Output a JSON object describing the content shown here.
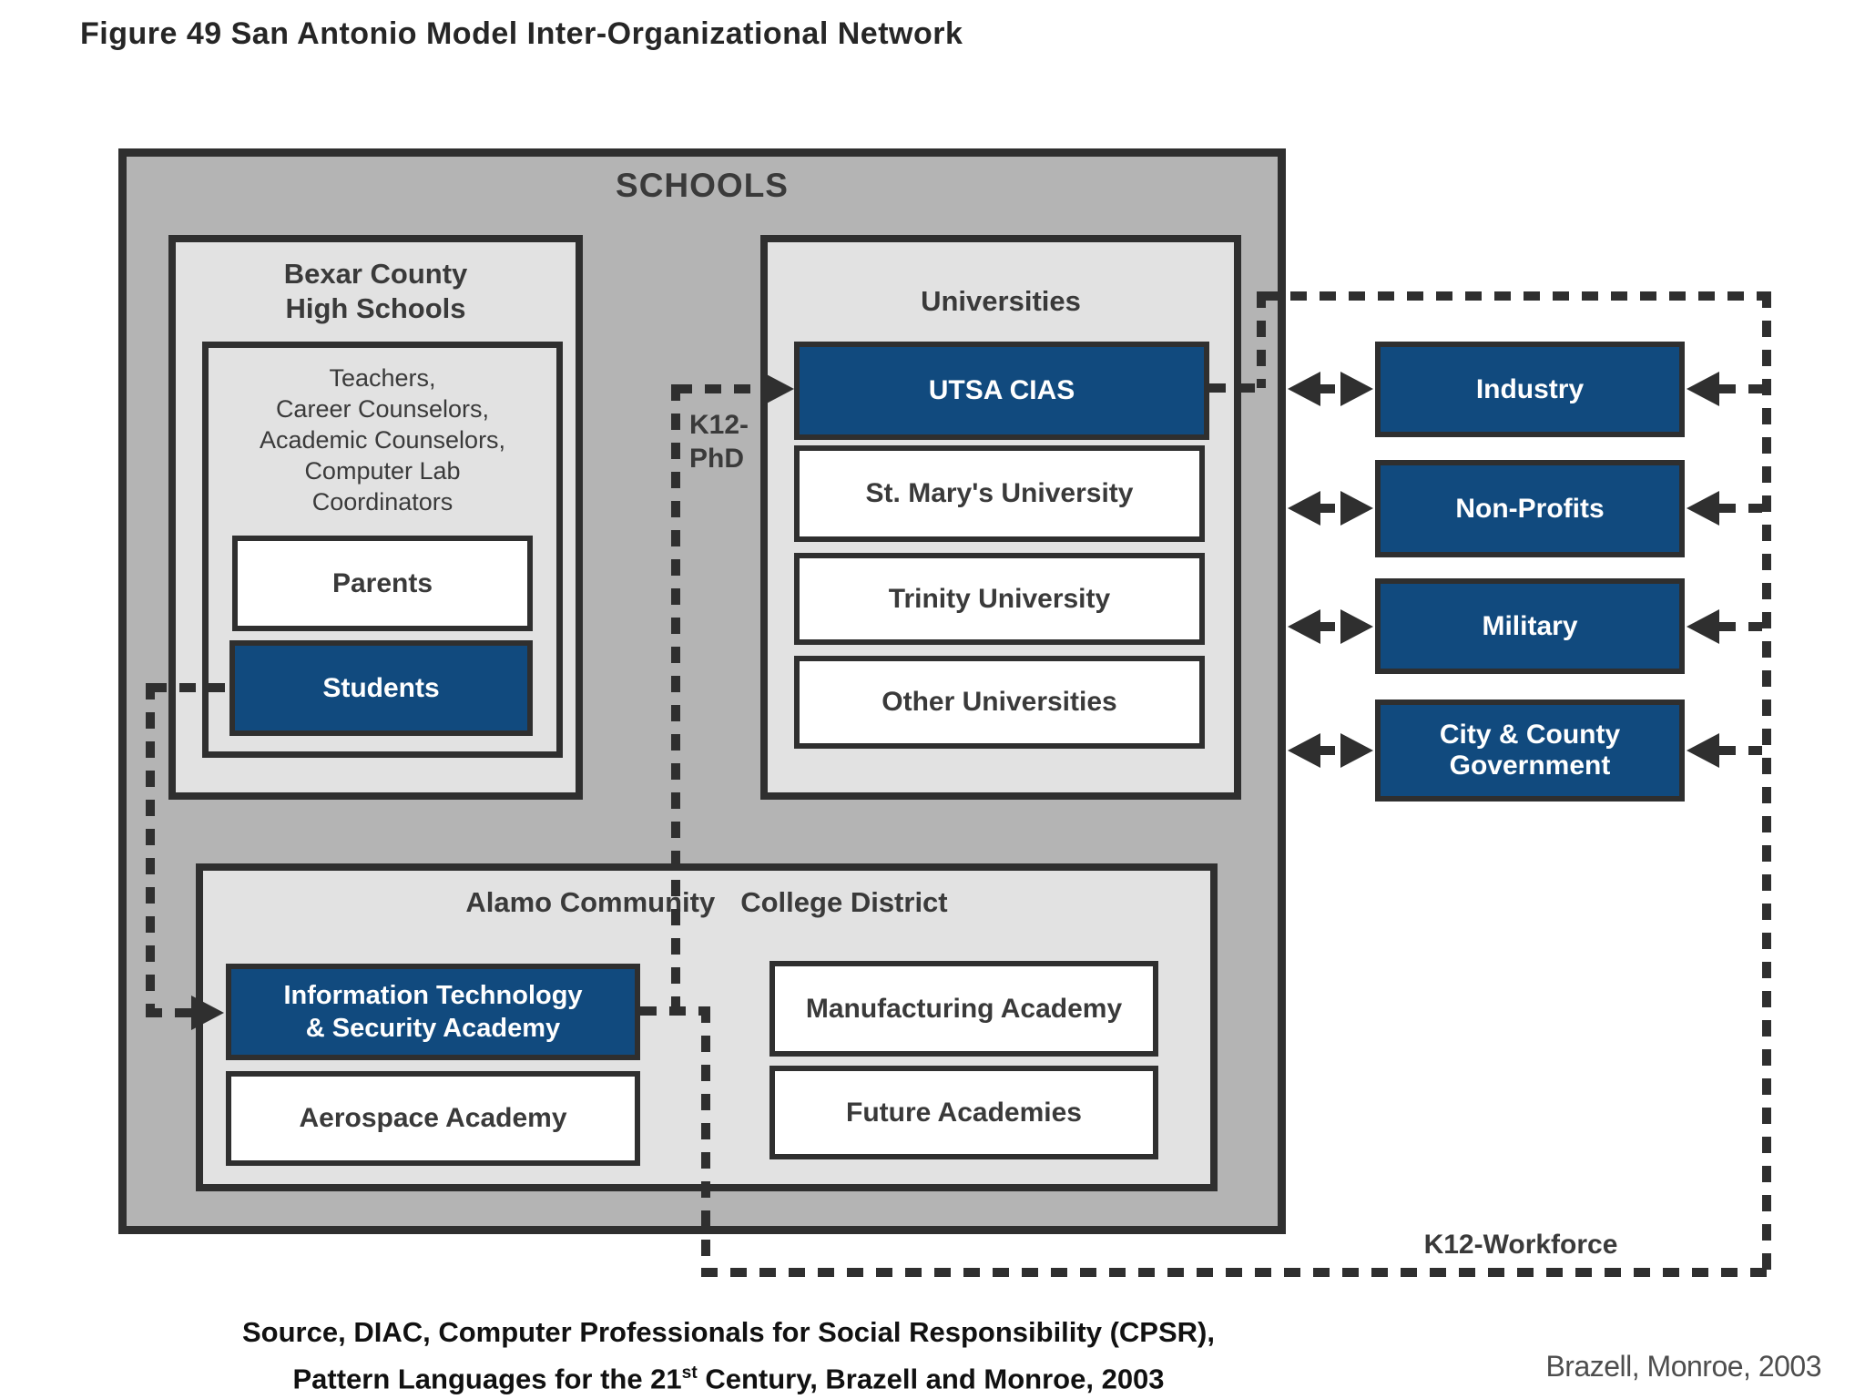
{
  "title": "Figure 49 San Antonio Model Inter-Organizational Network",
  "colors": {
    "navy": "#114a7e",
    "outer_gray": "#b4b4b4",
    "section_gray": "#e2e2e2",
    "line_dark": "#2f2f2f",
    "text_dark": "#3a3a3a"
  },
  "diagram": {
    "schools_label": "SCHOOLS",
    "bexar": {
      "title_lines": [
        "Bexar County",
        "High Schools"
      ],
      "staff_lines": [
        "Teachers,",
        "Career Counselors,",
        "Academic Counselors,",
        "Computer Lab",
        "Coordinators"
      ],
      "parents": "Parents",
      "students": "Students"
    },
    "universities": {
      "title": "Universities",
      "utsa": "UTSA CIAS",
      "items": [
        "St. Mary's University",
        "Trinity University",
        "Other Universities"
      ]
    },
    "alamo": {
      "title_part1": "Alamo Community",
      "title_part2": "College District",
      "itsa_lines": [
        "Information Technology",
        "& Security Academy"
      ],
      "aerospace": "Aerospace Academy",
      "manufacturing": "Manufacturing Academy",
      "future": "Future Academies"
    },
    "external": [
      {
        "lines": [
          "Industry"
        ]
      },
      {
        "lines": [
          "Non-Profits"
        ]
      },
      {
        "lines": [
          "Military"
        ]
      },
      {
        "lines": [
          "City & County",
          "Government"
        ]
      }
    ],
    "labels": {
      "k12_phd_line1": "K12-",
      "k12_phd_line2": "PhD",
      "k12_workforce": "K12-Workforce"
    }
  },
  "footer": {
    "source_line1": "Source, DIAC, Computer Professionals for Social Responsibility (CPSR),",
    "source_line2_pre": "Pattern Languages for the 21",
    "source_line2_sup": "st",
    "source_line2_post": " Century, Brazell and Monroe, 2003",
    "credit": "Brazell, Monroe, 2003"
  }
}
